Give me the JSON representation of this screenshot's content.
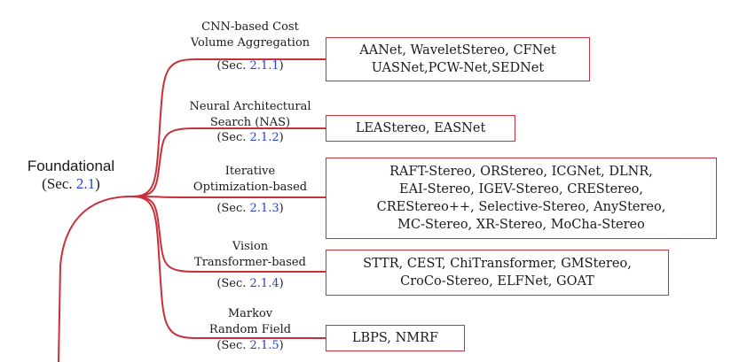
{
  "root": {
    "title": "Foundational",
    "sec_prefix": "(Sec. ",
    "sec_ref": "2.1",
    "sec_suffix": ")"
  },
  "branches": [
    {
      "label_lines": [
        "CNN-based Cost",
        "Volume Aggregation"
      ],
      "sec_ref": "2.1.1",
      "methods": [
        "AANet, WaveletStereo, CFNet",
        "UASNet,PCW-Net,SEDNet"
      ]
    },
    {
      "label_lines": [
        "Neural Architectural",
        "Search (NAS)"
      ],
      "sec_ref": "2.1.2",
      "methods": [
        "LEAStereo, EASNet"
      ]
    },
    {
      "label_lines": [
        "Iterative",
        "Optimization-based"
      ],
      "sec_ref": "2.1.3",
      "methods": [
        "RAFT-Stereo, ORStereo, ICGNet, DLNR,",
        "EAI-Stereo, IGEV-Stereo, CREStereo,",
        "CREStereo++, Selective-Stereo, AnyStereo,",
        "MC-Stereo, XR-Stereo, MoCha-Stereo"
      ]
    },
    {
      "label_lines": [
        "Vision",
        "Transformer-based"
      ],
      "sec_ref": "2.1.4",
      "methods": [
        "STTR, CEST, ChiTransformer, GMStereo,",
        "CroCo-Stereo, ELFNet, GOAT"
      ]
    },
    {
      "label_lines": [
        "Markov",
        "Random Field"
      ],
      "sec_ref": "2.1.5",
      "methods": [
        "LBPS, NMRF"
      ]
    }
  ],
  "sec_prefix": "(Sec. ",
  "sec_suffix": ")",
  "colors": {
    "edge": "#c8303c",
    "ref": "#2440d6"
  }
}
